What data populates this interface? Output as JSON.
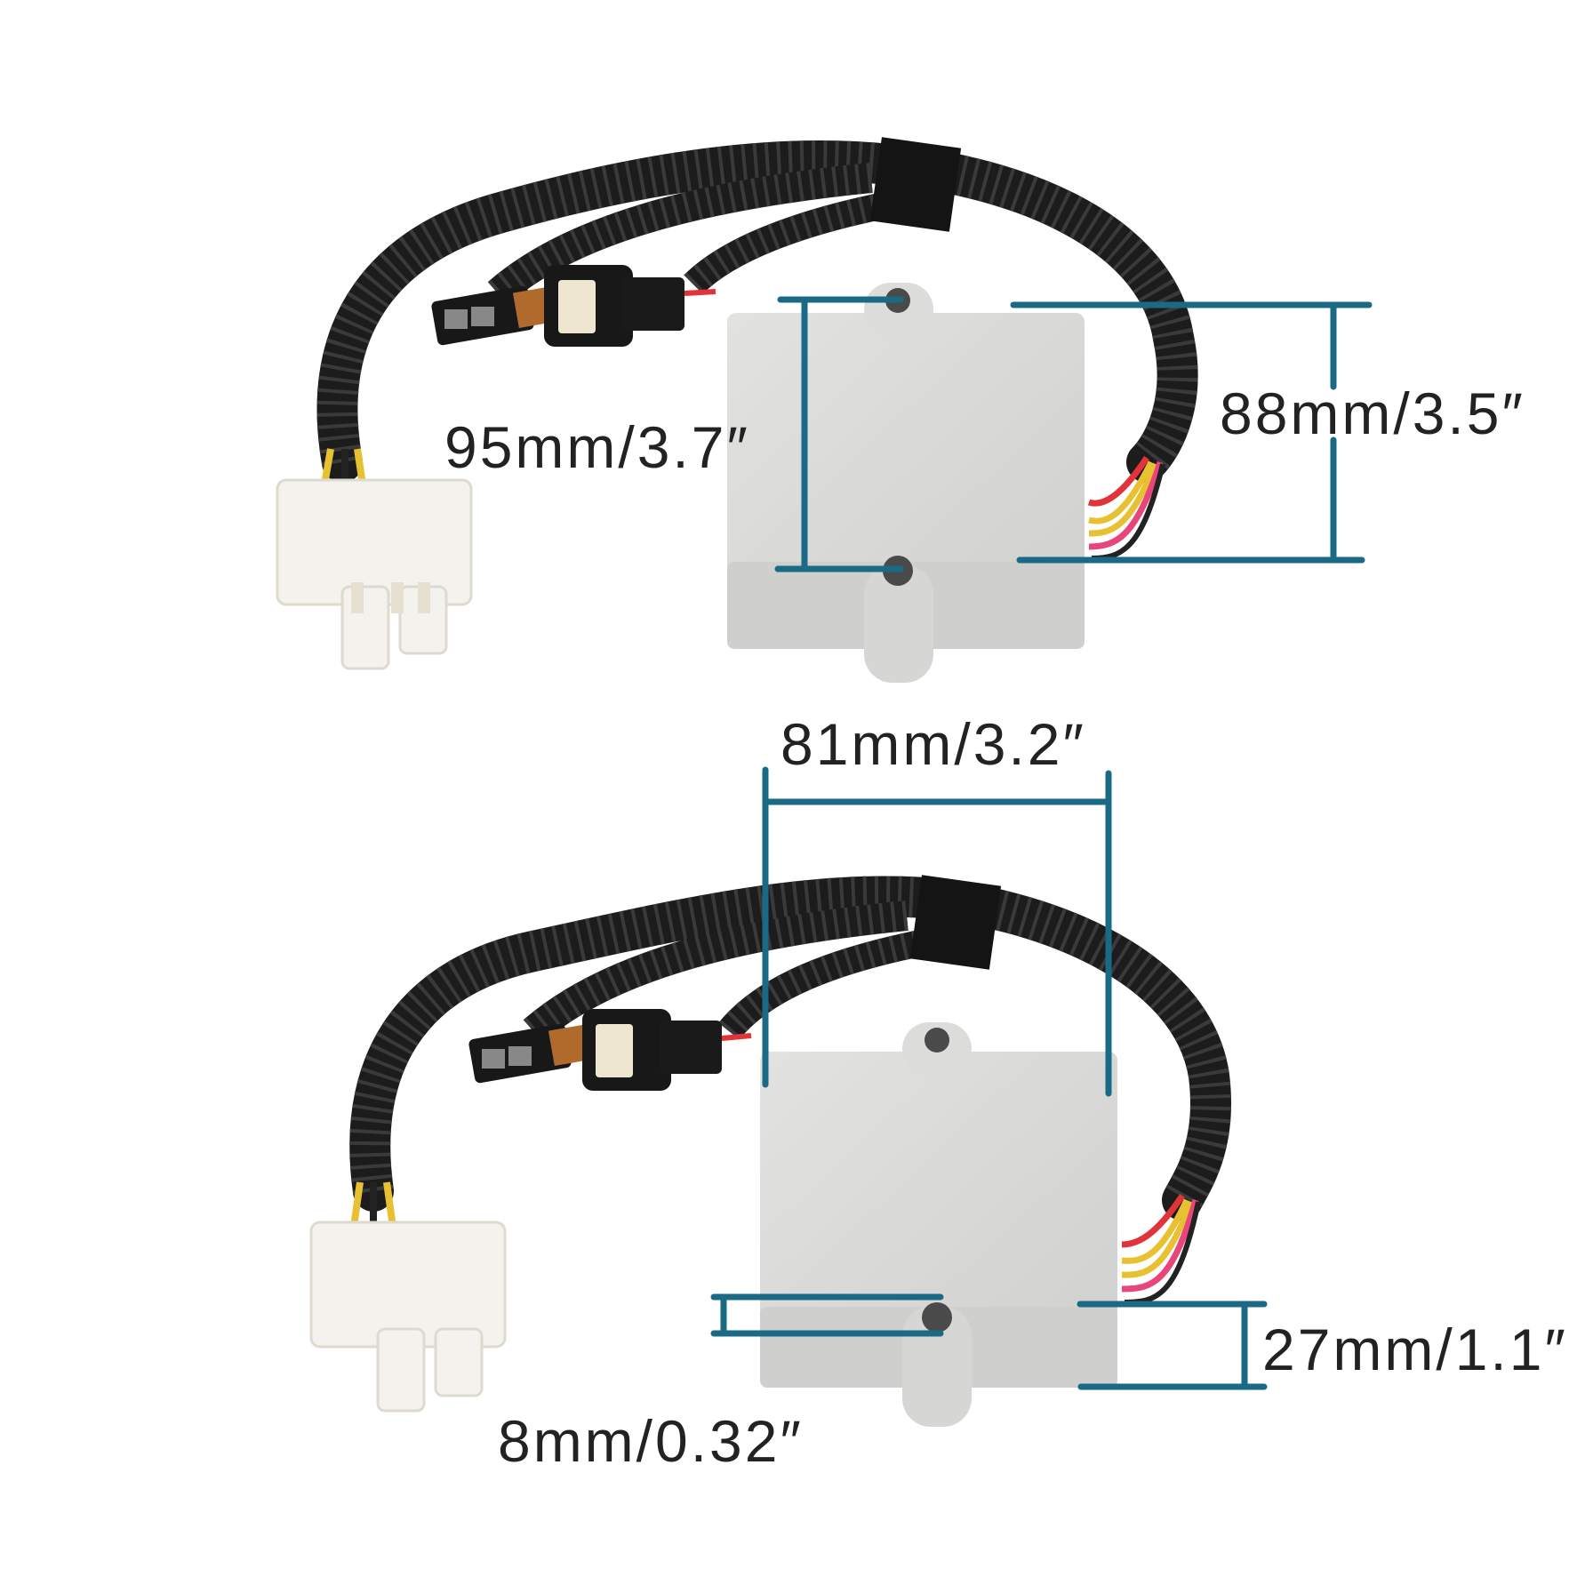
{
  "product": {
    "name": "voltage regulator rectifier with wiring harness",
    "views": [
      "top-view",
      "side-angle-view"
    ]
  },
  "colors": {
    "background": "#ffffff",
    "dimension_line": "#1a6a86",
    "label_text": "#222222",
    "housing": "#d9d9d7",
    "harness": "#1c1c1c",
    "connector_white": "#f4f2ec",
    "connector_black": "#181818",
    "wire_red": "#e0333a",
    "wire_yellow": "#e8c132",
    "wire_pink": "#e8457a"
  },
  "dimensions": {
    "length": {
      "label": "95mm/3.7″",
      "mm": 95,
      "in": 3.7
    },
    "hole_spacing": {
      "label": "88mm/3.5″",
      "mm": 88,
      "in": 3.5
    },
    "width": {
      "label": "81mm/3.2″",
      "mm": 81,
      "in": 3.2
    },
    "height": {
      "label": "27mm/1.1″",
      "mm": 27,
      "in": 1.1
    },
    "hole_diameter": {
      "label": "8mm/0.32″",
      "mm": 8,
      "in": 0.32
    }
  }
}
